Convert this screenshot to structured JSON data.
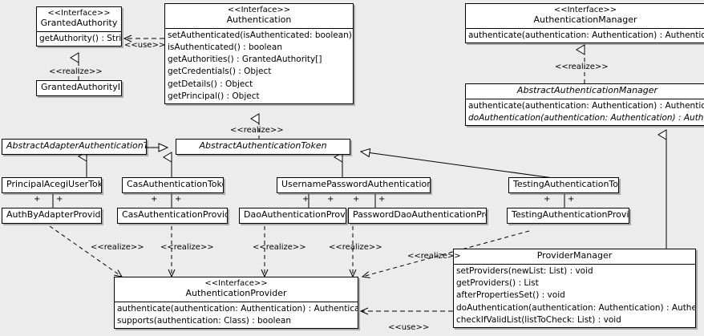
{
  "diagram": {
    "kind": "uml-class-diagram",
    "background_color": "#ececec",
    "box_fill": "#ffffff",
    "line_color": "#000000",
    "stereotype_interface": "<<Interface>>",
    "stereotype_realize": "<<realize>>",
    "stereotype_use": "<<use>>",
    "association_marker": "+"
  },
  "classes": {
    "granted_authority": {
      "stereotype": "<<Interface>>",
      "name": "GrantedAuthority",
      "members": [
        "getAuthority() : String"
      ]
    },
    "granted_authority_impl": {
      "name": "GrantedAuthorityImpl",
      "members": []
    },
    "authentication": {
      "stereotype": "<<Interface>>",
      "name": "Authentication",
      "members": [
        "setAuthenticated(isAuthenticated: boolean) : void",
        "isAuthenticated() : boolean",
        "getAuthorities() : GrantedAuthority[]",
        "getCredentials() : Object",
        "getDetails() : Object",
        "getPrincipal() : Object"
      ]
    },
    "authentication_manager": {
      "stereotype": "<<Interface>>",
      "name": "AuthenticationManager",
      "members": [
        "authenticate(authentication: Authentication) : Authentication"
      ]
    },
    "abstract_authentication_manager": {
      "name": "AbstractAuthenticationManager",
      "abstract": true,
      "members": [
        "authenticate(authentication: Authentication) : Authentication",
        "doAuthentication(authentication: Authentication) : Authentication"
      ],
      "abstract_members": [
        false,
        true
      ]
    },
    "abstract_adapter_authentication_token": {
      "name": "AbstractAdapterAuthenticationToken",
      "abstract": true,
      "members": []
    },
    "abstract_authentication_token": {
      "name": "AbstractAuthenticationToken",
      "abstract": true,
      "members": []
    },
    "principal_acegi_user_token": {
      "name": "PrincipalAcegiUserToken",
      "members": []
    },
    "cas_authentication_token": {
      "name": "CasAuthenticationToken",
      "members": []
    },
    "username_password_authentication_token": {
      "name": "UsernamePasswordAuthenticationToken",
      "members": []
    },
    "testing_authentication_token": {
      "name": "TestingAuthenticationToken",
      "members": []
    },
    "auth_by_adapter_provider": {
      "name": "AuthByAdapterProvider",
      "members": []
    },
    "cas_authentication_provider": {
      "name": "CasAuthenticationProvider",
      "members": []
    },
    "dao_authentication_provider": {
      "name": "DaoAuthenticationProvider",
      "members": []
    },
    "password_dao_authentication_provider": {
      "name": "PasswordDaoAuthenticationProvider",
      "members": []
    },
    "testing_authentication_provider": {
      "name": "TestingAuthenticationProvider",
      "members": []
    },
    "authentication_provider": {
      "stereotype": "<<Interface>>",
      "name": "AuthenticationProvider",
      "members": [
        "authenticate(authentication: Authentication) : Authentication",
        "supports(authentication: Class) : boolean"
      ]
    },
    "provider_manager": {
      "name": "ProviderManager",
      "members": [
        "setProviders(newList: List) : void",
        "getProviders() : List",
        "afterPropertiesSet() : void",
        "doAuthentication(authentication: Authentication) : Authentication",
        "checkIfValidList(listToCheck: List) : void"
      ]
    }
  },
  "edge_labels": {
    "use_authentication_grantedauthority": "<<use>>",
    "realize_grantedauthorityimpl": "<<realize>>",
    "realize_abstracttoken_authentication": "<<realize>>",
    "realize_abstractmanager": "<<realize>>",
    "realize_authbyadapter": "<<realize>>",
    "realize_cas": "<<realize>>",
    "realize_dao": "<<realize>>",
    "realize_passworddao": "<<realize>>",
    "realize_testing": "<<realize>>",
    "use_providermanager": "<<use>>"
  },
  "association_plus": {
    "principal_left": "+",
    "principal_right": "+",
    "cas_left": "+",
    "cas_right": "+",
    "userpass_a": "+",
    "userpass_b": "+",
    "userpass_c": "+",
    "userpass_d": "+",
    "testing_left": "+",
    "testing_right": "+"
  }
}
